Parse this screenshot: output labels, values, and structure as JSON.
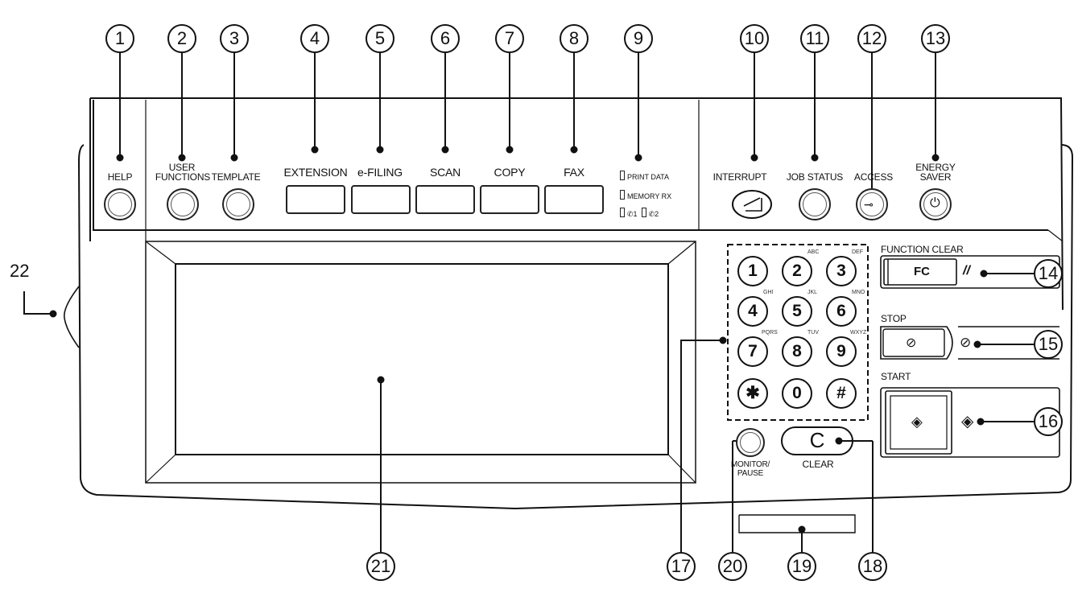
{
  "callouts": {
    "c1": "1",
    "c2": "2",
    "c3": "3",
    "c4": "4",
    "c5": "5",
    "c6": "6",
    "c7": "7",
    "c8": "8",
    "c9": "9",
    "c10": "10",
    "c11": "11",
    "c12": "12",
    "c13": "13",
    "c14": "14",
    "c15": "15",
    "c16": "16",
    "c17": "17",
    "c18": "18",
    "c19": "19",
    "c20": "20",
    "c21": "21",
    "c22": "22"
  },
  "labels": {
    "help": "HELP",
    "user_functions_1": "USER",
    "user_functions_2": "FUNCTIONS",
    "template": "TEMPLATE",
    "extension": "EXTENSION",
    "efiling": "e-FILING",
    "scan": "SCAN",
    "copy": "COPY",
    "fax": "FAX",
    "print_data": "PRINT DATA",
    "memory_rx": "MEMORY RX",
    "line1": "1",
    "line2": "2",
    "interrupt": "INTERRUPT",
    "job_status": "JOB STATUS",
    "access": "ACCESS",
    "energy_1": "ENERGY",
    "energy_2": "SAVER",
    "function_clear": "FUNCTION CLEAR",
    "fc": "FC",
    "stop": "STOP",
    "start": "START",
    "monitor_1": "MONITOR/",
    "monitor_2": "PAUSE",
    "clear": "CLEAR",
    "clear_key": "C"
  },
  "keypad": {
    "k1": "1",
    "k2": "2",
    "k3": "3",
    "k4": "4",
    "k5": "5",
    "k6": "6",
    "k7": "7",
    "k8": "8",
    "k9": "9",
    "kstar": "✱",
    "k0": "0",
    "khash": "#"
  },
  "keypad_letters": {
    "k2": "ABC",
    "k3": "DEF",
    "k4": "GHI",
    "k5": "JKL",
    "k6": "MNO",
    "k7": "PQRS",
    "k8": "TUV",
    "k9": "WXYZ"
  }
}
